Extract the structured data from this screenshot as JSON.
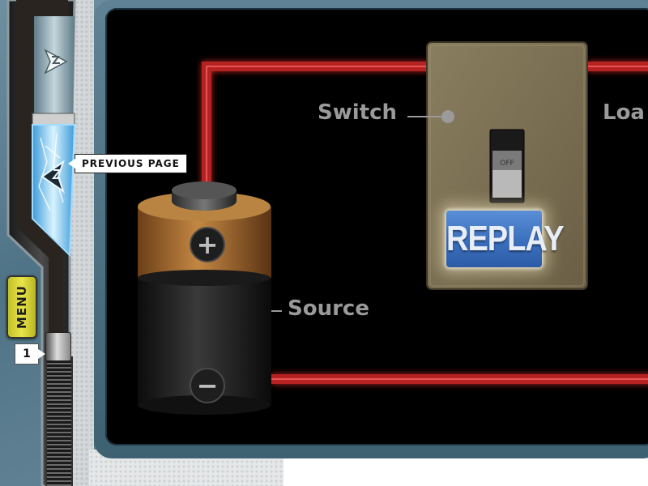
{
  "nav": {
    "previous_page_label": "PREVIOUS PAGE",
    "menu_label": "MENU",
    "page_number": "1"
  },
  "diagram": {
    "labels": {
      "switch": "Switch",
      "source": "Source",
      "load": "Loa"
    },
    "switch_position_text": "OFF",
    "battery_positive_symbol": "+",
    "battery_negative_symbol": "−"
  },
  "replay": {
    "label": "REPLAY"
  },
  "icons": {
    "next": "next-page-arrow-icon",
    "previous": "previous-page-arrow-icon"
  },
  "colors": {
    "wire": "#c0282a",
    "wire_glow": "#ff3a3a",
    "switch_plate": "#7a6e52",
    "replay_button": "#3a6fbe",
    "menu_button": "#d8d43a",
    "label_text": "#9a9a9a",
    "battery_top": "#a9692a",
    "battery_body": "#1e1e1e"
  }
}
